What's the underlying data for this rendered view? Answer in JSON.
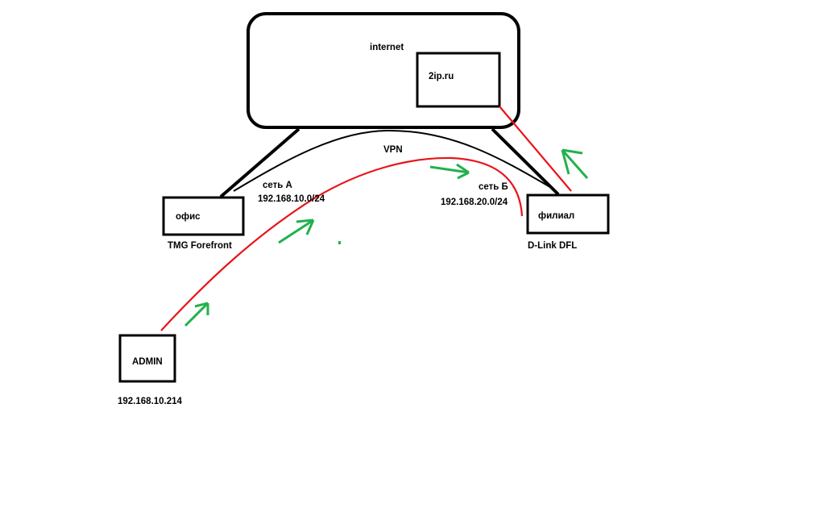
{
  "colors": {
    "stroke": "#000000",
    "route": "#e8141b",
    "arrow": "#22b14c",
    "background": "#ffffff"
  },
  "internet": {
    "label": "internet"
  },
  "server": {
    "label": "2ip.ru"
  },
  "vpn": {
    "label": "VPN"
  },
  "office": {
    "label": "офис",
    "device": "TMG Forefront",
    "network_label": "сеть А",
    "network_addr": "192.168.10.0/24"
  },
  "branch": {
    "label": "филиал",
    "device": "D-Link DFL",
    "network_label": "сеть Б",
    "network_addr": "192.168.20.0/24"
  },
  "admin": {
    "label": "ADMIN",
    "ip": "192.168.10.214"
  }
}
